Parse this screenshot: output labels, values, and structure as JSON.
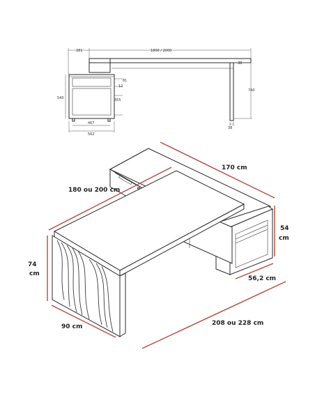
{
  "technical_drawing": {
    "labels": {
      "d281": "281",
      "length": "1800 / 2000",
      "d38_top": "38",
      "d740": "740",
      "d38_bottom": "38",
      "d81": "81",
      "d12": "12",
      "d540": "540",
      "d355": "355",
      "d467": "467",
      "d562": "562"
    }
  },
  "dimensions": {
    "depth_top": "170 cm",
    "width_top": "180 ou 200 cm",
    "height_left_line1": "74",
    "height_left_line2": "cm",
    "height_right_line1": "54",
    "height_right_line2": "cm",
    "side_depth": "90 cm",
    "cabinet_depth": "56,2 cm",
    "total_width": "208 ou 228 cm"
  },
  "colors": {
    "dimension_line": "#b54a3a",
    "outline": "#2a2a2a"
  }
}
